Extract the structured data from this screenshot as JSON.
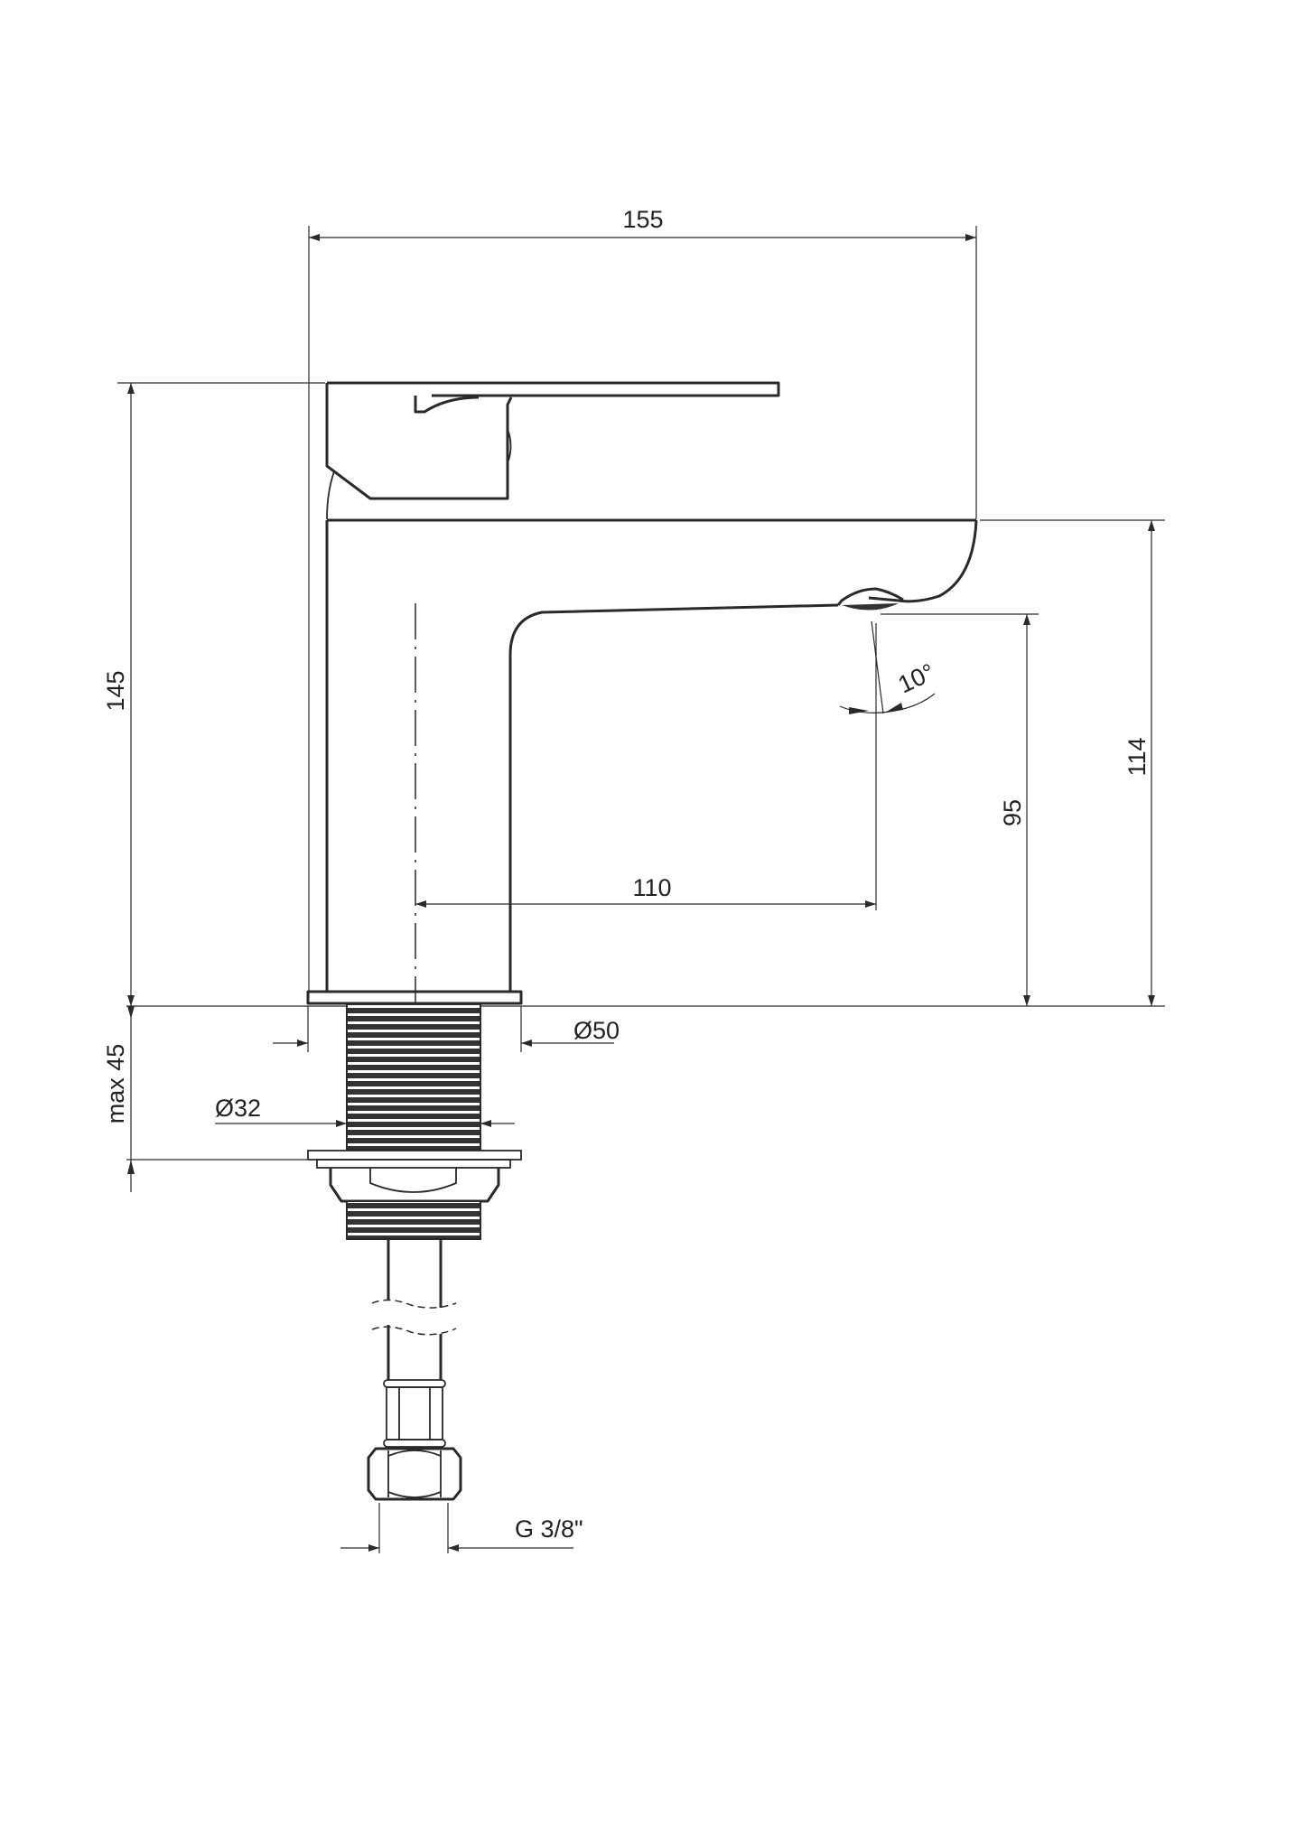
{
  "drawing": {
    "title": "Basin mixer technical drawing",
    "units": "mm",
    "dimensions": {
      "overall_width": "155",
      "overall_height": "145",
      "spout_height": "114",
      "outlet_height": "95",
      "spout_reach": "110",
      "spray_angle": "10°",
      "base_diameter": "Ø50",
      "thread_diameter": "Ø32",
      "max_counter_thickness": "max 45",
      "connection": "G 3/8\""
    }
  }
}
